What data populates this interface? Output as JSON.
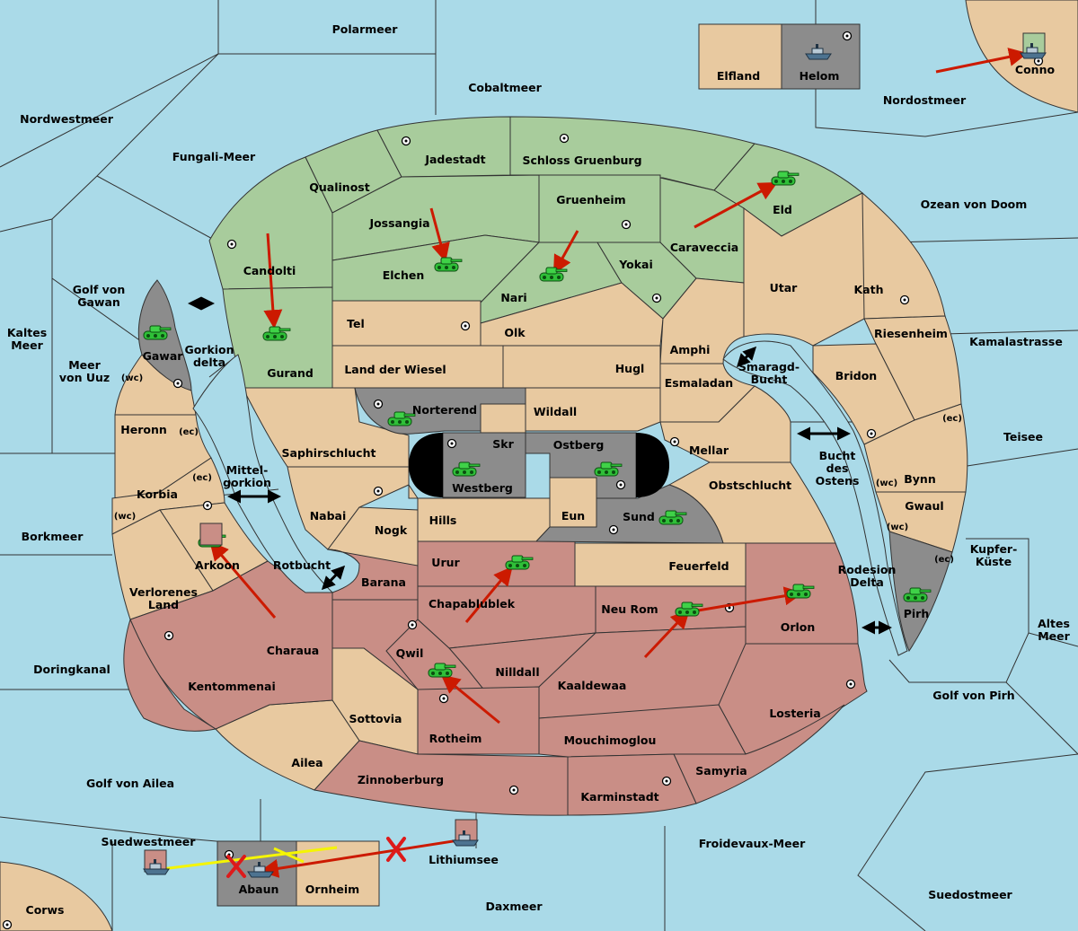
{
  "colors": {
    "sea": "#aadae8",
    "neutral_land": "#e8c9a0",
    "green_power": "#a8cc9c",
    "red_power": "#c98e86",
    "grey_power": "#8c8c8c",
    "black": "#000000",
    "order_arrow": "#cc1a00",
    "yellow_order": "#f5f500",
    "army_unit": "#2fbf38",
    "fleet_unit": "#5a7f9a"
  },
  "icons": {
    "army": "green-tank-icon",
    "fleet": "warship-icon",
    "supply_center": "supply-center-dot-icon",
    "failed_order": "red-x-icon",
    "connection": "double-arrow-icon"
  },
  "sea_regions": {
    "polarmeer": "Polarmeer",
    "cobaltmeer": "Cobaltmeer",
    "nordostmeer": "Nordostmeer",
    "nordwestmeer": "Nordwestmeer",
    "fungali_meer": "Fungali-Meer",
    "ozean_von_doom": "Ozean von Doom",
    "golf_von_gawan_1": "Golf von",
    "golf_von_gawan_2": "Gawan",
    "kaltes_meer_1": "Kaltes",
    "kaltes_meer_2": "Meer",
    "meer_von_uuz_1": "Meer",
    "meer_von_uuz_2": "von Uuz",
    "kamalastrasse": "Kamalastrasse",
    "teisee": "Teisee",
    "borkmeer": "Borkmeer",
    "kupfer_kueste_1": "Kupfer-",
    "kupfer_kueste_2": "Küste",
    "altes_meer_1": "Altes",
    "altes_meer_2": "Meer",
    "doringkanal": "Doringkanal",
    "golf_von_pirh": "Golf von Pirh",
    "golf_von_ailea": "Golf von Ailea",
    "suedwestmeer": "Suedwestmeer",
    "lithiumsee": "Lithiumsee",
    "froidevaux_meer": "Froidevaux-Meer",
    "suedostmeer": "Suedostmeer",
    "daxmeer": "Daxmeer",
    "gorkion_delta_1": "Gorkion",
    "gorkion_delta_2": "delta",
    "mittelgorkion_1": "Mittel-",
    "mittelgorkion_2": "gorkion",
    "rotbucht": "Rotbucht",
    "smaragd_bucht_1": "Smaragd-",
    "smaragd_bucht_2": "Bucht",
    "bucht_des_ostens_1": "Bucht",
    "bucht_des_ostens_2": "des",
    "bucht_des_ostens_3": "Ostens",
    "rodesion_delta_1": "Rodesion",
    "rodesion_delta_2": "Delta"
  },
  "land_regions": {
    "elfland": "Elfland",
    "helom": "Helom",
    "conno": "Conno",
    "corws": "Corws",
    "abaun": "Abaun",
    "ornheim": "Ornheim",
    "qualinost": "Qualinost",
    "jadestadt": "Jadestadt",
    "schloss_gruenburg": "Schloss Gruenburg",
    "jossangia": "Jossangia",
    "gruenheim": "Gruenheim",
    "eld": "Eld",
    "candolti": "Candolti",
    "elchen": "Elchen",
    "nari": "Nari",
    "yokai": "Yokai",
    "caraveccia": "Caraveccia",
    "utar": "Utar",
    "kath": "Kath",
    "gurand": "Gurand",
    "tel": "Tel",
    "olk": "Olk",
    "amphi": "Amphi",
    "riesenheim": "Riesenheim",
    "land_der_wiesel": "Land der Wiesel",
    "hugl": "Hugl",
    "esmaladan": "Esmaladan",
    "bridon": "Bridon",
    "gawar": "Gawar",
    "norterend": "Norterend",
    "wildall": "Wildall",
    "skr": "Skr",
    "ostberg": "Ostberg",
    "westberg": "Westberg",
    "mellar": "Mellar",
    "heronn": "Heronn",
    "saphirschlucht": "Saphirschlucht",
    "obstschlucht": "Obstschlucht",
    "bynn": "Bynn",
    "korbia": "Korbia",
    "nabai": "Nabai",
    "hills": "Hills",
    "eun": "Eun",
    "sund": "Sund",
    "gwaul": "Gwaul",
    "nogk": "Nogk",
    "arkoon": "Arkoon",
    "urur": "Urur",
    "feuerfeld": "Feuerfeld",
    "barana": "Barana",
    "chapablublek": "Chapablublek",
    "verlorenes_land_1": "Verlorenes",
    "verlorenes_land_2": "Land",
    "neu_rom": "Neu Rom",
    "orlon": "Orlon",
    "pirh": "Pirh",
    "charaua": "Charaua",
    "qwil": "Qwil",
    "nilldall": "Nilldall",
    "kaaldewaa": "Kaaldewaa",
    "kentommenai": "Kentommenai",
    "losteria": "Losteria",
    "sottovia": "Sottovia",
    "rotheim": "Rotheim",
    "mouchimoglou": "Mouchimoglou",
    "ailea": "Ailea",
    "samyria": "Samyria",
    "zinnoberburg": "Zinnoberburg",
    "karminstadt": "Karminstadt"
  },
  "coast_tags": {
    "wc": "(wc)",
    "ec": "(ec)"
  }
}
